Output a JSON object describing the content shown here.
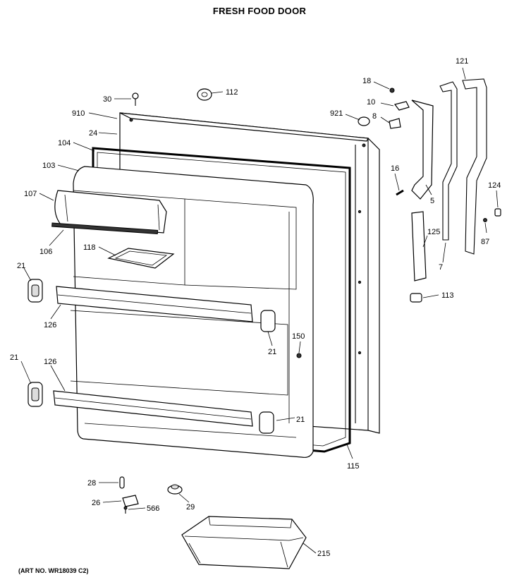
{
  "title": "FRESH FOOD DOOR",
  "art_no": "(ART NO. WR18039 C2)",
  "callouts": {
    "c30": "30",
    "c112": "112",
    "c910": "910",
    "c24": "24",
    "c104": "104",
    "c103": "103",
    "c107": "107",
    "c106": "106",
    "c118": "118",
    "c21a": "21",
    "c126a": "126",
    "c21b": "21",
    "c126b": "126",
    "c21c": "21",
    "c21d": "21",
    "c150": "150",
    "c115": "115",
    "c18": "18",
    "c10": "10",
    "c921": "921",
    "c8": "8",
    "c16": "16",
    "c5": "5",
    "c121": "121",
    "c124": "124",
    "c87": "87",
    "c7": "7",
    "c125": "125",
    "c113": "113",
    "c28": "28",
    "c26": "26",
    "c566": "566",
    "c29": "29",
    "c215": "215"
  }
}
